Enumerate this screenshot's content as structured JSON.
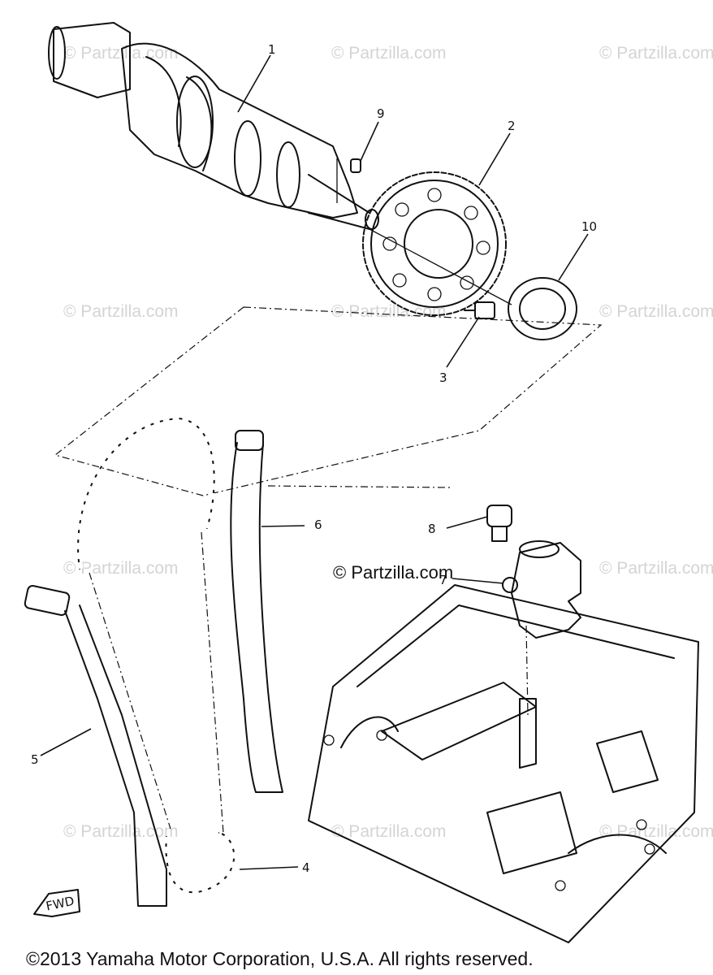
{
  "diagram": {
    "callouts": [
      {
        "id": "1",
        "text": "1"
      },
      {
        "id": "2",
        "text": "2"
      },
      {
        "id": "3",
        "text": "3"
      },
      {
        "id": "4",
        "text": "4"
      },
      {
        "id": "5",
        "text": "5"
      },
      {
        "id": "6",
        "text": "6"
      },
      {
        "id": "7",
        "text": "7"
      },
      {
        "id": "8",
        "text": "8"
      },
      {
        "id": "9",
        "text": "9"
      },
      {
        "id": "10",
        "text": "10"
      }
    ],
    "watermark": "© Partzilla.com",
    "fwd_label": "FWD",
    "copyright": "©2013 Yamaha Motor Corporation, U.S.A. All rights reserved."
  }
}
